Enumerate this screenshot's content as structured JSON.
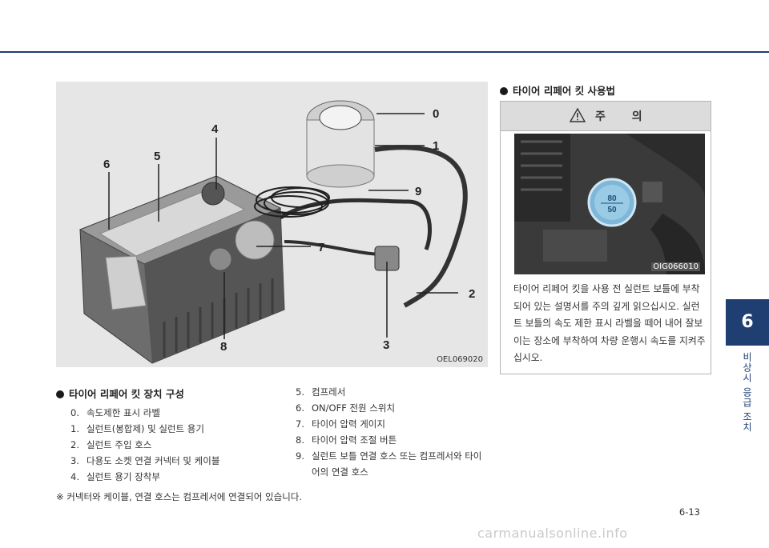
{
  "figure": {
    "code": "OEL069020",
    "callouts": [
      "0",
      "1",
      "2",
      "3",
      "4",
      "5",
      "6",
      "7",
      "8",
      "9"
    ]
  },
  "section_left": {
    "title": "타이어 리페어 킷 장치 구성",
    "items_a": [
      {
        "num": "0.",
        "text": "속도제한 표시 라벨"
      },
      {
        "num": "1.",
        "text": "실런트(봉합제) 및 실런트 용기"
      },
      {
        "num": "2.",
        "text": "실런트 주입 호스"
      },
      {
        "num": "3.",
        "text": "다용도 소켓 연결 커넥터 및 케이블"
      },
      {
        "num": "4.",
        "text": "실런트 용기 장착부"
      }
    ],
    "items_b": [
      {
        "num": "5.",
        "text": "컴프레서"
      },
      {
        "num": "6.",
        "text": "ON/OFF 전원 스위치"
      },
      {
        "num": "7.",
        "text": "타이어 압력 게이지"
      },
      {
        "num": "8.",
        "text": "타이어 압력 조절 버튼"
      },
      {
        "num": "9.",
        "text": "실런트 보틀 연결 호스 또는 컴프레서와 타이"
      },
      {
        "num": "",
        "text": "어의 연결 호스"
      }
    ],
    "note": "※ 커넥터와 케이블, 연결 호스는 컴프레서에 연결되어 있습니다."
  },
  "section_right": {
    "title": "타이어 리페어 킷 사용법",
    "caution_title": "주 의",
    "image_code": "OIG066010",
    "image_label_top": "80",
    "image_label_bottom": "50",
    "text": "타이어 리페어 킷을 사용 전 실런트 보틀에 부착되어 있는 설명서를 주의 깊게 읽으십시오. 실런트 보틀의 속도 제한 표시 라벨을 떼어 내어 잘보이는 장소에 부착하여 차량 운행시 속도를 지켜주십시오."
  },
  "side_tab": {
    "number": "6",
    "label": "비상시 응급 조치"
  },
  "page_number": "6-13",
  "watermark": "carmanualsonline.info",
  "colors": {
    "accent": "#1f3f73",
    "figure_bg": "#e6e6e6"
  }
}
